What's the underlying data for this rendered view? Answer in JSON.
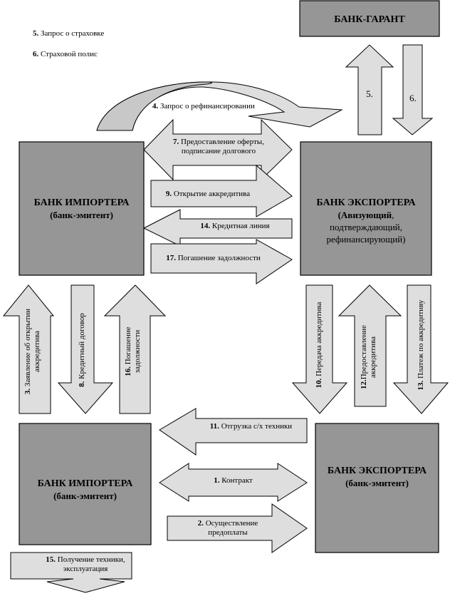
{
  "legend": [
    {
      "num": "5.",
      "text": "Запрос о страховке"
    },
    {
      "num": "6.",
      "text": "Страховой полис"
    }
  ],
  "boxes": {
    "guarantor": {
      "title": "БАНК-ГАРАНТ"
    },
    "importer_bank_top": {
      "title": "БАНК ИМПОРТЕРА",
      "subtitle": "(банк-эмитент)"
    },
    "exporter_bank_top": {
      "title": "БАНК ЭКСПОРТЕРА",
      "subtitle_bold": "(Авизующий",
      "subtitle_rest": ",",
      "line2": "подтверждающий,",
      "line3": "рефинансирующий)"
    },
    "importer_bottom": {
      "title": "БАНК ИМПОРТЕРА",
      "subtitle": "(банк-эмитент)"
    },
    "exporter_bottom": {
      "title": "БАНК ЭКСПОРТЕРА",
      "subtitle": "(банк-эмитент)"
    }
  },
  "arrows": {
    "a4": {
      "num": "4.",
      "text": "Запрос о рефинансировании"
    },
    "a5": {
      "num": "5."
    },
    "a6": {
      "num": "6."
    },
    "a7": {
      "num": "7.",
      "text": "Предоставление оферты,",
      "line2": "подписание долгового"
    },
    "a9": {
      "num": "9.",
      "text": "Открытие аккредитива"
    },
    "a14": {
      "num": "14.",
      "text": "Кредитная линия"
    },
    "a17": {
      "num": "17.",
      "text": "Погашение задолжности"
    },
    "a3": {
      "num": "3.",
      "text": "Заявление об открытии",
      "line2": "аккредитива"
    },
    "a8": {
      "num": "8.",
      "text": "Кредитный договор"
    },
    "a16": {
      "num": "16.",
      "text": "Погашение",
      "line2": "задолжности"
    },
    "a10": {
      "num": "10.",
      "text": "Передача аккредитива"
    },
    "a12": {
      "num": "12.",
      "text": "Предоставление",
      "line2": "аккредитива"
    },
    "a13": {
      "num": "13.",
      "text": "Платеж по аккредитиву"
    },
    "a11": {
      "num": "11.",
      "text": "Отгрузка с/х техники"
    },
    "a1": {
      "num": "1.",
      "text": "Контракт"
    },
    "a2": {
      "num": "2.",
      "text": "Осуществление",
      "line2": "предоплаты"
    },
    "a15": {
      "num": "15.",
      "text": "Получение техники,",
      "line2": "эксплуатация"
    }
  }
}
